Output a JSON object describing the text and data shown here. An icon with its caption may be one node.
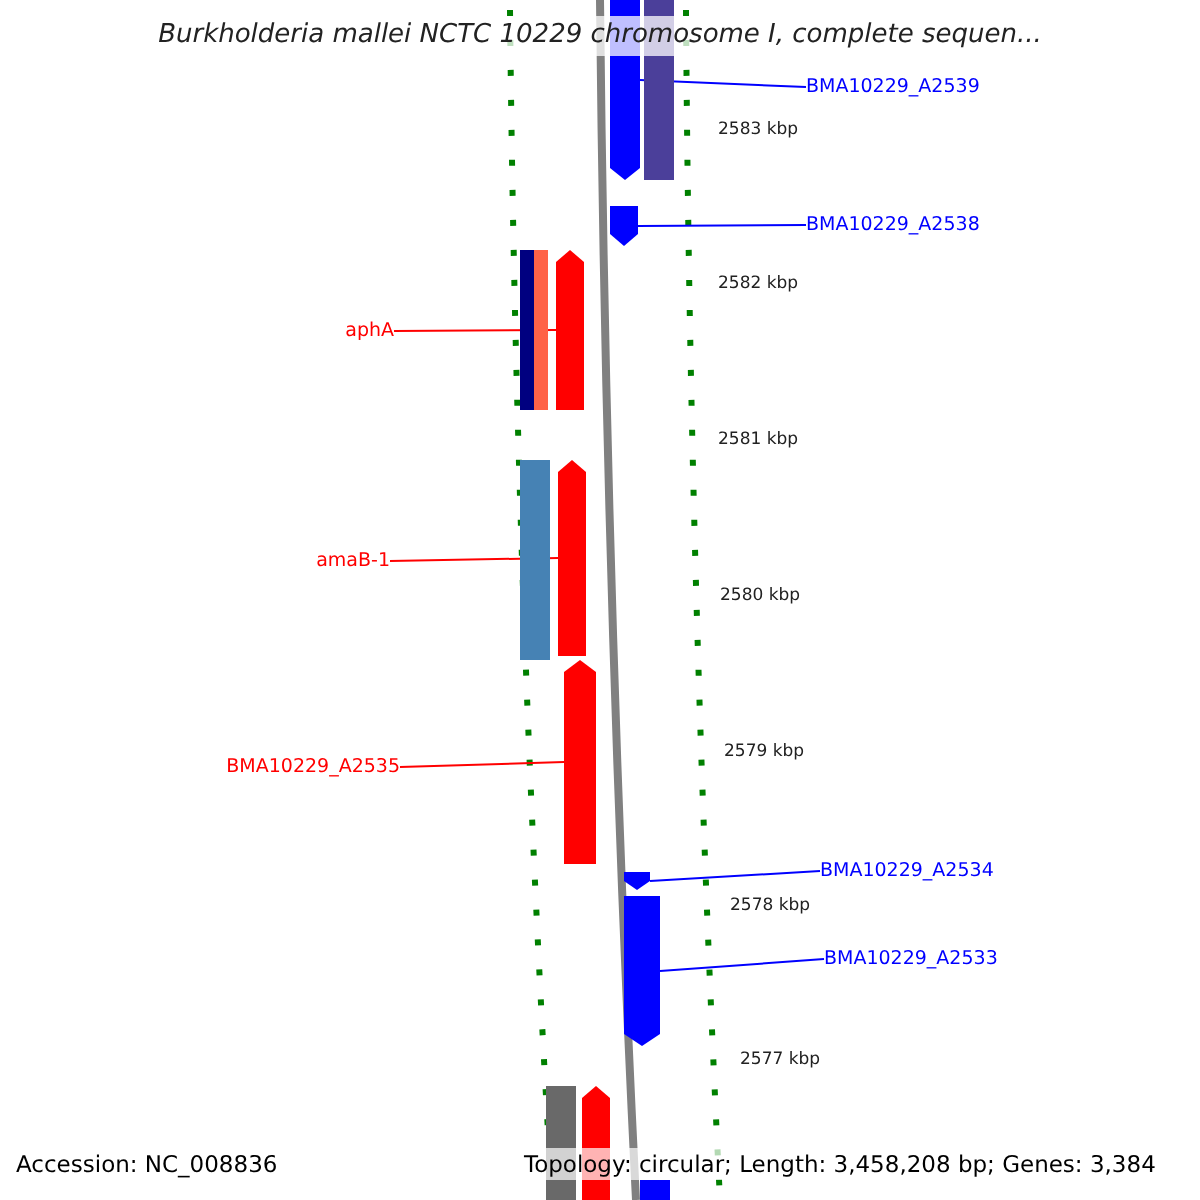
{
  "diagram": {
    "title": "Burkholderia mallei NCTC 10229 chromosome I, complete sequen...",
    "nodes": [
      {
        "text": [
          "BMA10229_A2539"
        ]
      },
      {
        "text": [],
        "shape": "pentagon"
      },
      {
        "text": [],
        "shape": "bar"
      },
      {
        "text": [
          "BMA10229_A2538"
        ]
      },
      {
        "text": [],
        "shape": "pentagon"
      },
      {
        "text": [],
        "shape": "bar"
      },
      {
        "text": [],
        "shape": "bar"
      },
      {
        "text": [],
        "shape": "pentagon"
      },
      {
        "text": [
          "aphA"
        ]
      },
      {
        "text": [],
        "shape": "bar"
      },
      {
        "text": [],
        "shape": "pentagon"
      },
      {
        "text": [
          "amaB-1"
        ]
      },
      {
        "text": [],
        "shape": "pentagon"
      },
      {
        "text": [
          "BMA10229_A2535"
        ]
      },
      {
        "text": [],
        "shape": "pentagon"
      },
      {
        "text": [
          "BMA10229_A2534"
        ]
      },
      {
        "text": [],
        "shape": "pentagon"
      },
      {
        "text": [
          "BMA10229_A2533"
        ]
      },
      {
        "text": [],
        "shape": "bar"
      },
      {
        "text": [],
        "shape": "pentagon"
      },
      {
        "text": [],
        "shape": "bar"
      }
    ],
    "edges": [
      {
        "from": 0,
        "to": 1,
        "arrow": "none"
      },
      {
        "from": 3,
        "to": 4,
        "arrow": "none"
      },
      {
        "from": 8,
        "to": 7,
        "arrow": "none",
        "color": "#ff0000"
      },
      {
        "from": 11,
        "to": 10,
        "arrow": "none",
        "color": "#ff0000"
      },
      {
        "from": 13,
        "to": 12,
        "arrow": "none",
        "color": "#ff0000"
      },
      {
        "from": 15,
        "to": 14,
        "arrow": "none"
      },
      {
        "from": 17,
        "to": 16,
        "arrow": "none"
      }
    ],
    "labels": [
      "2583 kbp",
      "2582 kbp",
      "2581 kbp",
      "2580 kbp",
      "2579 kbp",
      "2578 kbp",
      "2577 kbp",
      "Accession: NC_008836",
      "Topology: circular; Length: 3,458,208 bp; Genes: 3,384"
    ]
  }
}
